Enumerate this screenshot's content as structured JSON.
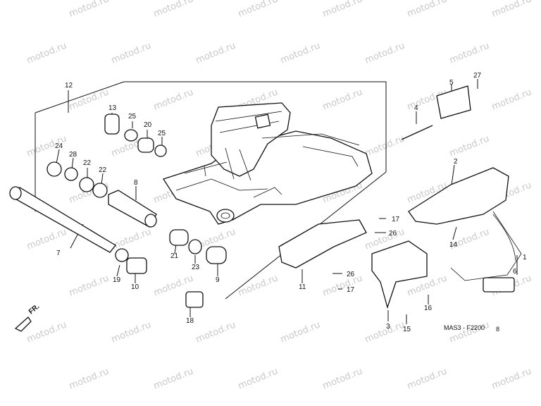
{
  "watermark": "motod.ru",
  "diagram_code": "MAS3 - F2200",
  "diagram_code_suffix": "8",
  "direction_label": "FR.",
  "callouts": [
    "1",
    "2",
    "3",
    "4",
    "5",
    "6",
    "7",
    "8",
    "9",
    "10",
    "11",
    "12",
    "13",
    "14",
    "15",
    "16",
    "17",
    "17",
    "18",
    "19",
    "20",
    "21",
    "22",
    "22",
    "23",
    "24",
    "25",
    "25",
    "26",
    "26",
    "27",
    "28"
  ]
}
